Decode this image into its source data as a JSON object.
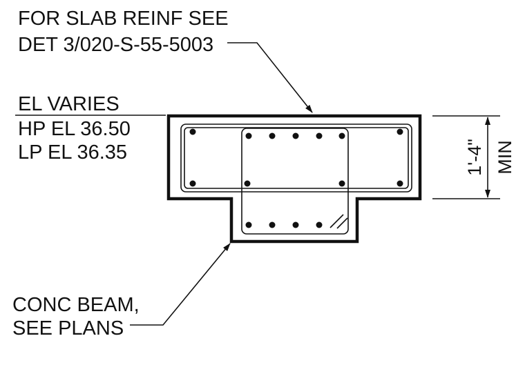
{
  "notes": {
    "slab_reinf": [
      "FOR SLAB REINF SEE",
      "DET 3/020-S-55-5003"
    ],
    "elevation": [
      "EL VARIES",
      "HP EL 36.50",
      "LP EL 36.35"
    ],
    "beam": [
      "CONC BEAM,",
      "SEE PLANS"
    ]
  },
  "dimension": {
    "value": "1'-4\"",
    "qualifier": "MIN"
  }
}
